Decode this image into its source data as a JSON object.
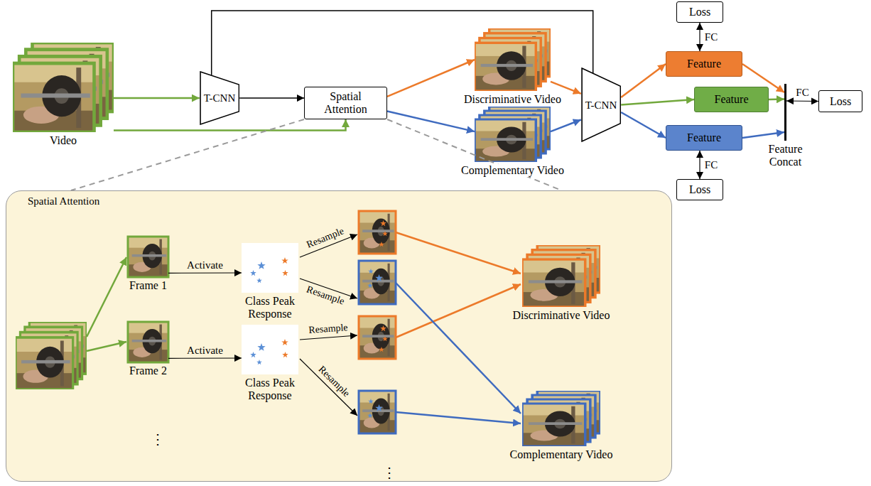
{
  "diagram": {
    "nodes": [
      {
        "text": [
          "Video"
        ]
      },
      {
        "text": [
          "T-CNN"
        ]
      },
      {
        "text": [
          "Spatial Attention"
        ]
      },
      {
        "text": [
          "Discriminative Video"
        ]
      },
      {
        "text": [
          "Complementary Video"
        ]
      },
      {
        "text": [
          "T-CNN"
        ]
      },
      {
        "text": [
          "Loss"
        ]
      },
      {
        "text": [
          "Feature"
        ]
      },
      {
        "text": [
          "Feature"
        ]
      },
      {
        "text": [
          "Feature"
        ]
      },
      {
        "text": [
          "Loss"
        ]
      },
      {
        "text": [
          "Feature Concat"
        ]
      },
      {
        "text": [
          "Loss"
        ]
      },
      {
        "text": [
          "Spatial Attention"
        ]
      },
      {
        "text": [
          "Frame 1"
        ],
        "in": 13
      },
      {
        "text": [
          "Class Peak Response"
        ],
        "in": 13
      },
      {
        "text": [
          "Frame 2"
        ],
        "in": 13
      },
      {
        "text": [
          "Class Peak Response"
        ],
        "in": 13
      },
      {
        "text": [
          "Discriminative Video"
        ],
        "in": 13
      },
      {
        "text": [
          "Complementary Video"
        ],
        "in": 13
      }
    ],
    "edges": [
      {
        "from": 0,
        "to": 1,
        "arrow": "to"
      },
      {
        "from": 0,
        "to": 2,
        "arrow": "to"
      },
      {
        "from": 1,
        "to": 2,
        "arrow": "to"
      },
      {
        "from": 1,
        "to": 5,
        "arrow": "none"
      },
      {
        "from": 2,
        "to": 3,
        "arrow": "to"
      },
      {
        "from": 2,
        "to": 4,
        "arrow": "to"
      },
      {
        "from": 3,
        "to": 5,
        "arrow": "to"
      },
      {
        "from": 4,
        "to": 5,
        "arrow": "to"
      },
      {
        "from": 5,
        "to": 7,
        "arrow": "to"
      },
      {
        "from": 5,
        "to": 8,
        "arrow": "to"
      },
      {
        "from": 5,
        "to": 9,
        "arrow": "to"
      },
      {
        "from": 7,
        "to": 6,
        "label": "FC",
        "arrow": "both"
      },
      {
        "from": 9,
        "to": 10,
        "label": "FC",
        "arrow": "both"
      },
      {
        "from": 7,
        "to": 11,
        "arrow": "to"
      },
      {
        "from": 8,
        "to": 11,
        "arrow": "to"
      },
      {
        "from": 9,
        "to": 11,
        "arrow": "to"
      },
      {
        "from": 11,
        "to": 12,
        "label": "FC",
        "arrow": "both"
      },
      {
        "from": 2,
        "to": 13,
        "arrow": "none"
      },
      {
        "from": 2,
        "to": 13,
        "arrow": "none"
      },
      {
        "from": 14,
        "to": 15,
        "label": "Activate",
        "arrow": "to"
      },
      {
        "from": 16,
        "to": 17,
        "label": "Activate",
        "arrow": "to"
      }
    ],
    "labels": [
      "Resample",
      "Resample",
      "Resample",
      "Resample",
      "⋮",
      "⋮"
    ]
  }
}
